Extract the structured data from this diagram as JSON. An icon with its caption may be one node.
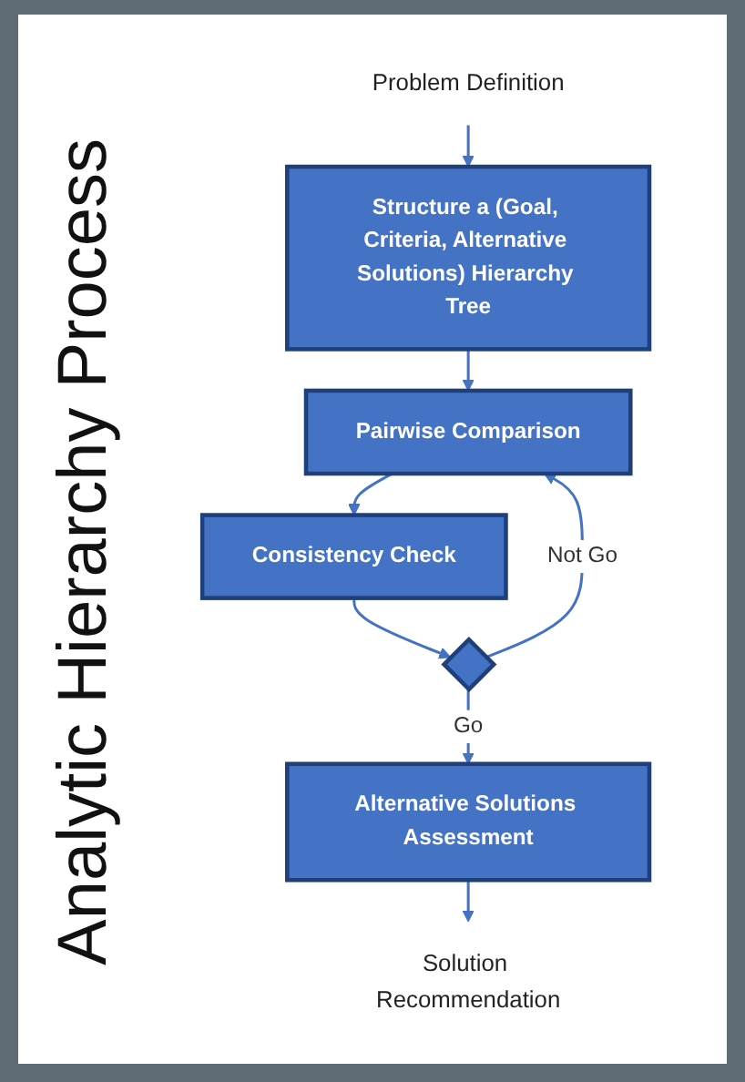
{
  "diagram": {
    "title": "Analytic Hierarchy Process",
    "nodes": [
      {
        "text": [
          "Problem Definition"
        ]
      },
      {
        "text": [
          "Structure a (Goal, Criteria, Alternative Solutions) Hierarchy Tree"
        ]
      },
      {
        "text": [
          "Pairwise Comparison"
        ]
      },
      {
        "text": [
          "Consistency Check"
        ]
      },
      {
        "text": [],
        "shape": "diamond"
      },
      {
        "text": [
          "Alternative Solutions Assessment"
        ]
      },
      {
        "text": [
          "Solution Recommendation"
        ]
      }
    ],
    "edges": [
      {
        "from": 0,
        "to": 1,
        "arrow": "to"
      },
      {
        "from": 1,
        "to": 2,
        "arrow": "to"
      },
      {
        "from": 2,
        "to": 3,
        "arrow": "to"
      },
      {
        "from": 3,
        "to": 4,
        "arrow": "to"
      },
      {
        "from": 4,
        "to": 2,
        "arrow": "to",
        "label": "Not Go"
      },
      {
        "from": 4,
        "to": 5,
        "arrow": "to",
        "label": "Go"
      },
      {
        "from": 5,
        "to": 6,
        "arrow": "to"
      }
    ]
  }
}
